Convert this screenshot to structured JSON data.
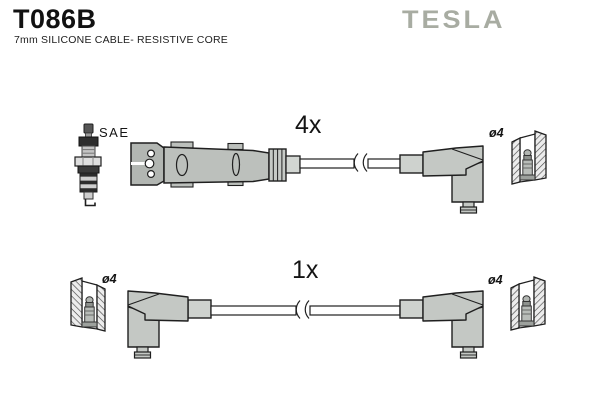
{
  "header": {
    "part_number": "T086B",
    "subtitle": "7mm SILICONE CABLE- RESISTIVE CORE",
    "brand_logo": "TESLA"
  },
  "diagram": {
    "row1": {
      "plug_standard": "SAE",
      "quantity": "4x",
      "terminal_right_diameter": "ø4"
    },
    "row2": {
      "terminal_left_diameter": "ø4",
      "quantity": "1x",
      "terminal_right_diameter": "ø4"
    }
  },
  "colors": {
    "background": "#ffffff",
    "line": "#1f1f1f",
    "brand_gray": "#a8aca2",
    "boot_fill": "#c4c8c4",
    "block_fill": "#b2b6b2"
  }
}
